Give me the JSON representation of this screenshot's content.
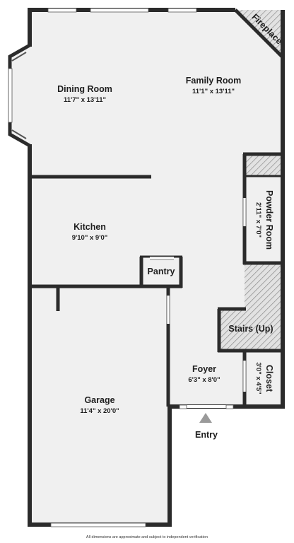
{
  "rooms": {
    "family_room": {
      "name": "Family Room",
      "dims": "11'1\" x 13'11\""
    },
    "dining_room": {
      "name": "Dining Room",
      "dims": "11'7\" x 13'11\""
    },
    "fireplace": {
      "name": "Fireplace"
    },
    "powder_room": {
      "name": "Powder Room",
      "dims": "2'11\" x 7'0\""
    },
    "kitchen": {
      "name": "Kitchen",
      "dims": "9'10\" x 9'0\""
    },
    "pantry": {
      "name": "Pantry"
    },
    "stairs": {
      "name": "Stairs (Up)"
    },
    "foyer": {
      "name": "Foyer",
      "dims": "6'3\" x 8'0\""
    },
    "closet": {
      "name": "Closet",
      "dims": "3'0\" x 4'5\""
    },
    "garage": {
      "name": "Garage",
      "dims": "11'4\" x 20'0\""
    }
  },
  "entry_label": "Entry",
  "disclaimer": "All dimensions are approximate and subject to independent verification",
  "colors": {
    "wall": "#2b2b2b",
    "floor": "#f0f0f0",
    "hatch": "#8a8a8a",
    "entry_arrow": "#9a9a9a"
  }
}
